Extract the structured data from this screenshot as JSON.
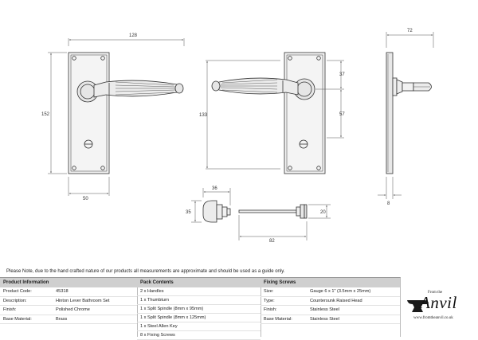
{
  "dimensions": {
    "front_width": "128",
    "front_height": "152",
    "backplate_width": "50",
    "side_lever_length": "133",
    "rose_offset_top": "37",
    "rose_offset_bottom": "57",
    "side_projection": "72",
    "plate_thickness": "8",
    "thumbturn_length": "36",
    "thumbturn_height": "35",
    "spindle_length": "82",
    "spindle_height": "20"
  },
  "note": "Please Note, due to the hand crafted nature of our products all measurements are approximate and should be used as a guide only.",
  "product_info": {
    "title": "Product Information",
    "rows": [
      {
        "label": "Product Code:",
        "value": "45318"
      },
      {
        "label": "Description:",
        "value": "Hinton Lever Bathroom Set"
      },
      {
        "label": "Finish:",
        "value": "Polished Chrome"
      },
      {
        "label": "Base Material:",
        "value": "Brass"
      }
    ]
  },
  "pack_contents": {
    "title": "Pack Contents",
    "items": [
      "2 x Handles",
      "1 x Thumbturn",
      "1 x Split Spindle (8mm x 95mm)",
      "1 x Split Spindle (8mm x 125mm)",
      "1 x Steel Allen Key",
      "8 x Fixing Screws"
    ]
  },
  "fixing_screws": {
    "title": "Fixing Screws",
    "rows": [
      {
        "label": "Size:",
        "value": "Gauge 6 x 1\" (3.5mm x 25mm)"
      },
      {
        "label": "Type:",
        "value": "Countersunk Raised Head"
      },
      {
        "label": "Finish:",
        "value": "Stainless Steel"
      },
      {
        "label": "Base Material:",
        "value": "Stainless Steel"
      }
    ]
  },
  "logo": {
    "from": "From the",
    "word": "Anvil",
    "url": "www.fromtheanvil.co.uk",
    "icon": "anvil-icon"
  }
}
